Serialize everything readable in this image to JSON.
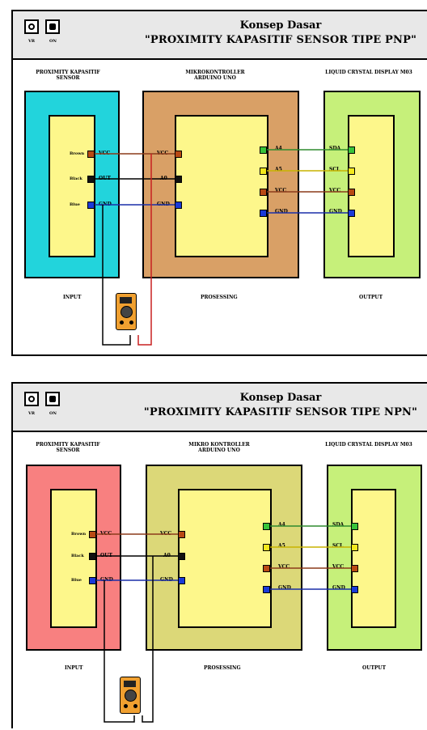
{
  "diagrams": [
    {
      "title_line1": "Konsep Dasar",
      "title_line2": "\"PROXIMITY KAPASITIF SENSOR TIPE PNP\"",
      "ctrl_label_1": "VR",
      "ctrl_label_2": "ON",
      "sensor_label": "PROXIMITY KAPASITIF SENSOR",
      "mcu_label": "MIKROKONTROLLER ARDUINO UNO",
      "lcd_label": "LIQUID CRYSTAL DISPLAY M03",
      "sensor_color": "#22d4dc",
      "mcu_color": "#d9a066",
      "lcd_color": "#c6f07a",
      "sensor_wire_names": [
        "Brown",
        "Black",
        "Blue"
      ],
      "sensor_pins": [
        "VCC",
        "OUT",
        "GND"
      ],
      "mcu_left_pins": [
        "VCC",
        "A0",
        "GND"
      ],
      "mcu_right_pins": [
        "A4",
        "A5",
        "VCC",
        "GND"
      ],
      "lcd_pins": [
        "SDA",
        "SCL",
        "VCC",
        "GND"
      ],
      "footer_input": "INPUT",
      "footer_processing": "PROSESSING",
      "footer_output": "OUTPUT"
    },
    {
      "title_line1": "Konsep Dasar",
      "title_line2": "\"PROXIMITY KAPASITIF SENSOR TIPE NPN\"",
      "ctrl_label_1": "VR",
      "ctrl_label_2": "ON",
      "sensor_label": "PROXIMITY KAPASITIF SENSOR",
      "mcu_label": "MIKRO KONTROLLER ARDUINO UNO",
      "lcd_label": "LIQUID CRYSTAL DISPLAY M03",
      "sensor_color": "#f88080",
      "mcu_color": "#dcd878",
      "lcd_color": "#c6f07a",
      "sensor_wire_names": [
        "Brown",
        "Black",
        "Blue"
      ],
      "sensor_pins": [
        "VCC",
        "OUT",
        "GND"
      ],
      "mcu_left_pins": [
        "VCC",
        "A0",
        "GND"
      ],
      "mcu_right_pins": [
        "A4",
        "A5",
        "VCC",
        "GND"
      ],
      "lcd_pins": [
        "SDA",
        "SCL",
        "VCC",
        "GND"
      ],
      "footer_input": "INPUT",
      "footer_processing": "PROSESSING",
      "footer_output": "OUTPUT"
    }
  ],
  "pin_colors": {
    "brown": "#b84a14",
    "black": "#111111",
    "blue": "#1a3ad8",
    "green": "#39c43a",
    "yellow": "#f4e81c"
  },
  "wire_colors": {
    "brown": "#8b3a1a",
    "black": "#000000",
    "blue": "#1a2fa8",
    "green": "#2e8b2e",
    "yellow": "#c8b400",
    "red": "#c82020"
  }
}
